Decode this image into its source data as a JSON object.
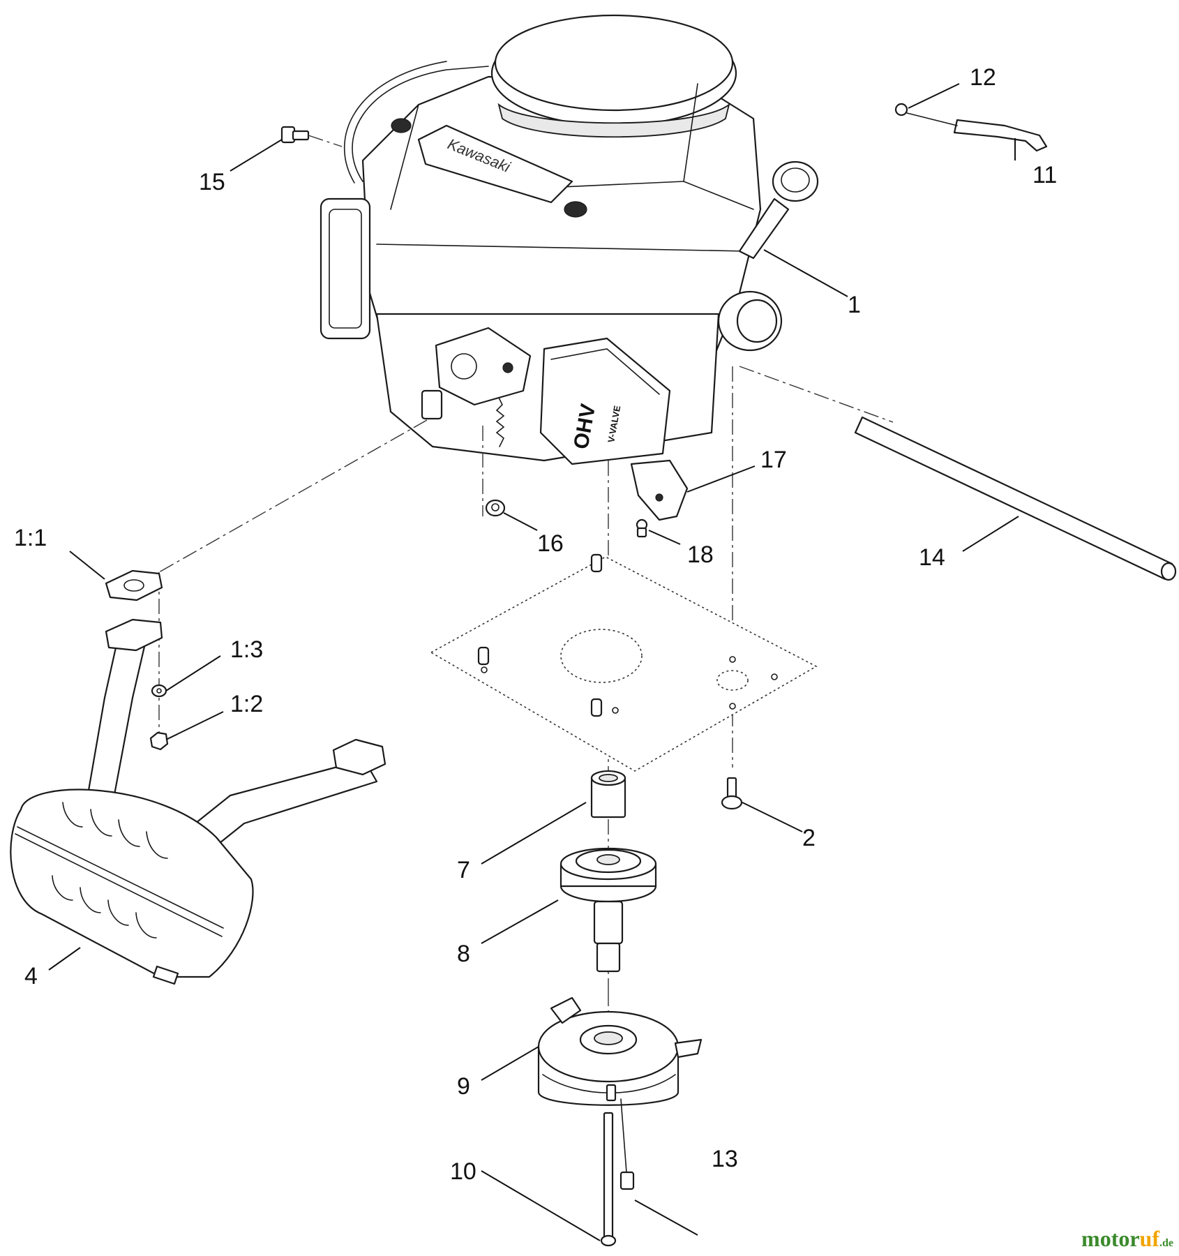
{
  "callouts": [
    {
      "id": "p1",
      "label": "1"
    },
    {
      "id": "p1-1",
      "label": "1:1"
    },
    {
      "id": "p1-2",
      "label": "1:2"
    },
    {
      "id": "p1-3",
      "label": "1:3"
    },
    {
      "id": "p2",
      "label": "2"
    },
    {
      "id": "p4",
      "label": "4"
    },
    {
      "id": "p7",
      "label": "7"
    },
    {
      "id": "p8",
      "label": "8"
    },
    {
      "id": "p9",
      "label": "9"
    },
    {
      "id": "p10",
      "label": "10"
    },
    {
      "id": "p11",
      "label": "11"
    },
    {
      "id": "p12",
      "label": "12"
    },
    {
      "id": "p13",
      "label": "13"
    },
    {
      "id": "p14",
      "label": "14"
    },
    {
      "id": "p15",
      "label": "15"
    },
    {
      "id": "p16",
      "label": "16"
    },
    {
      "id": "p17",
      "label": "17"
    },
    {
      "id": "p18",
      "label": "18"
    }
  ],
  "engine": {
    "brand": "Kawasaki",
    "valve_cover": "OHV",
    "valve_cover_sub": "V-VALVE"
  },
  "watermark": {
    "part_a": "motor",
    "part_b": "uf",
    "part_c": ".de"
  }
}
